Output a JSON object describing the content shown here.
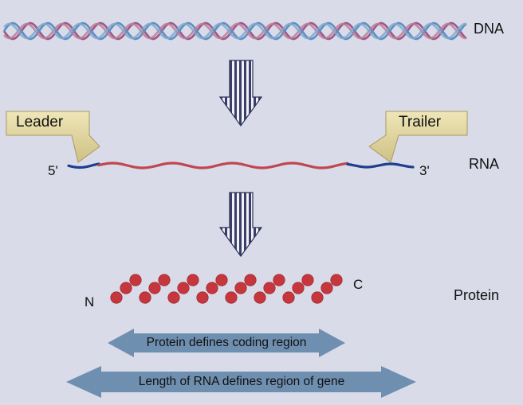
{
  "labels": {
    "dna": "DNA",
    "rna": "RNA",
    "protein": "Protein"
  },
  "ends": {
    "five_prime": "5'",
    "three_prime": "3'",
    "n_term": "N",
    "c_term": "C"
  },
  "callouts": {
    "leader": "Leader",
    "trailer": "Trailer"
  },
  "ranges": {
    "coding": "Protein defines coding region",
    "gene": "Length of RNA defines region of gene"
  },
  "colors": {
    "background": "#d9dbe8",
    "rna_coding": "#c0474f",
    "rna_untranslated": "#1d3f8f",
    "protein_bead": "#c8363d",
    "range_arrow": "#6f8fb0",
    "callout_fill": "#e7dba5",
    "flow_arrow_stripe": "#3a3f6a"
  }
}
